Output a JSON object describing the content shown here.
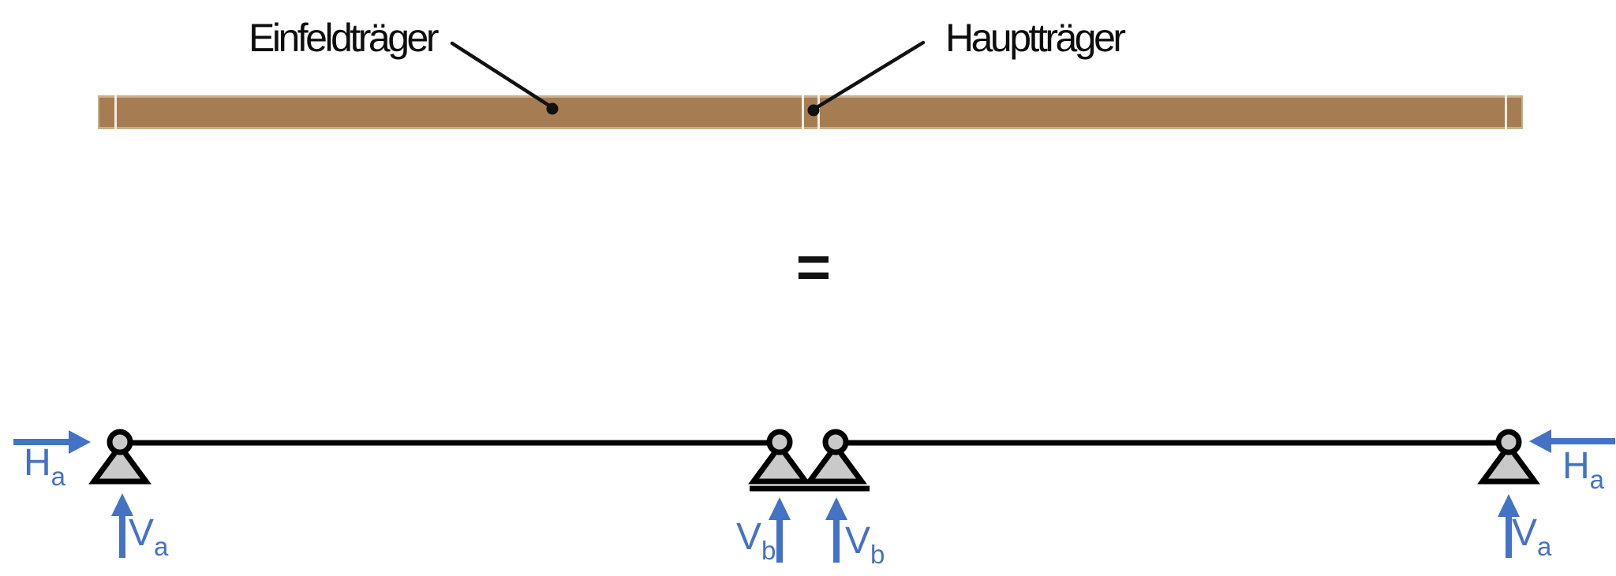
{
  "figure": {
    "title_labels": {
      "einfeldtraeger": "Einfeldträger",
      "haupttraeger": "Hauptträger"
    },
    "equals_sign": "=",
    "reactions": {
      "left_h": {
        "symbol": "H",
        "subscript": "a"
      },
      "left_v": {
        "symbol": "V",
        "subscript": "a"
      },
      "mid_left_v": {
        "symbol": "V",
        "subscript": "b"
      },
      "mid_right_v": {
        "symbol": "V",
        "subscript": "b"
      },
      "right_v": {
        "symbol": "V",
        "subscript": "a"
      },
      "right_h": {
        "symbol": "H",
        "subscript": "a"
      }
    },
    "icons": {
      "supports": [
        "pin-support-icon",
        "pin-support-icon",
        "pin-support-icon",
        "pin-support-icon"
      ],
      "callouts": [
        "callout-dot",
        "callout-dot"
      ],
      "arrows": [
        "arrow-right",
        "arrow-up",
        "arrow-up",
        "arrow-up",
        "arrow-up",
        "arrow-left"
      ]
    },
    "colors": {
      "accent_blue": "#4472C4",
      "beam_brown": "#A67C52",
      "beam_edge_light": "#C9AF8B",
      "beam_joint_line": "#F4EDE1",
      "support_fill": "#C9C9C9",
      "ink_black": "#000000",
      "background": "#FFFFFF"
    }
  }
}
